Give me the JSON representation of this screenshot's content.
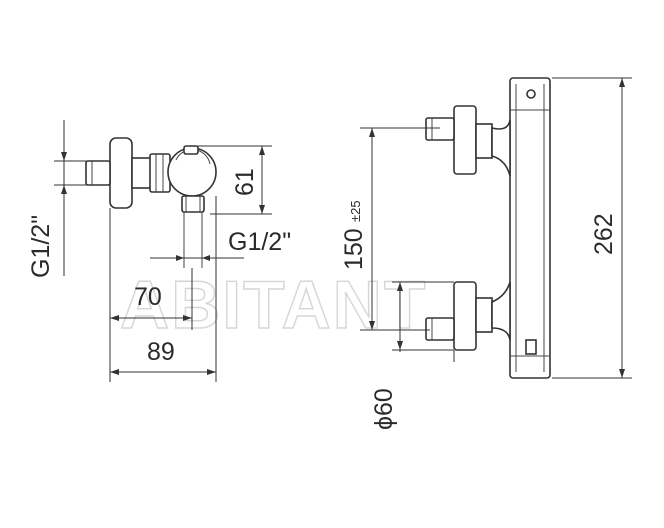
{
  "watermark": "ABITANT",
  "side_view": {
    "thread_left": "G1/2\"",
    "thread_bottom": "G1/2\"",
    "dim_height": "61",
    "dim_depth_inner": "70",
    "dim_depth_outer": "89"
  },
  "front_view": {
    "dim_spacing": "150",
    "dim_spacing_tolerance": "±25",
    "dim_total_height": "262",
    "dim_diameter": "ϕ60"
  }
}
